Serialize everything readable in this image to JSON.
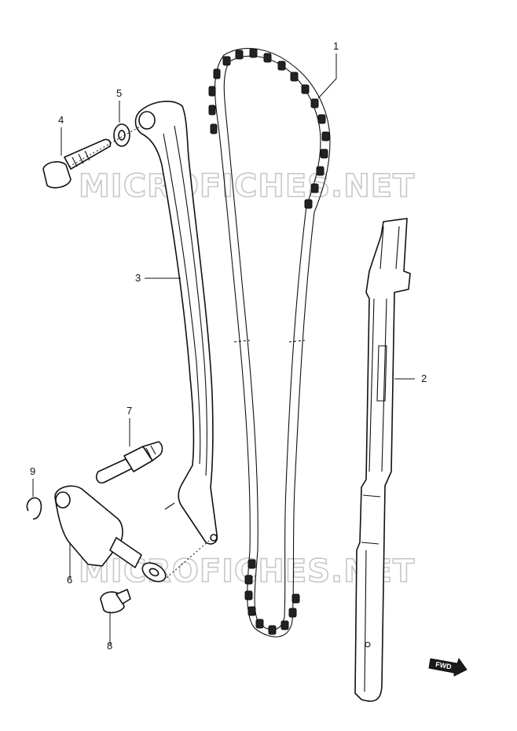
{
  "watermarks": [
    "MICROFICHES.NET",
    "MICROFICHES.NET"
  ],
  "direction_badge": "FWD",
  "callouts": [
    {
      "id": "1",
      "part": "cam-chain"
    },
    {
      "id": "2",
      "part": "chain-guide"
    },
    {
      "id": "3",
      "part": "tensioner-guide"
    },
    {
      "id": "4",
      "part": "guide-bolt"
    },
    {
      "id": "5",
      "part": "washer"
    },
    {
      "id": "6",
      "part": "chain-tensioner"
    },
    {
      "id": "7",
      "part": "tensioner-stud"
    },
    {
      "id": "8",
      "part": "tensioner-bolt"
    },
    {
      "id": "9",
      "part": "circlip"
    }
  ]
}
